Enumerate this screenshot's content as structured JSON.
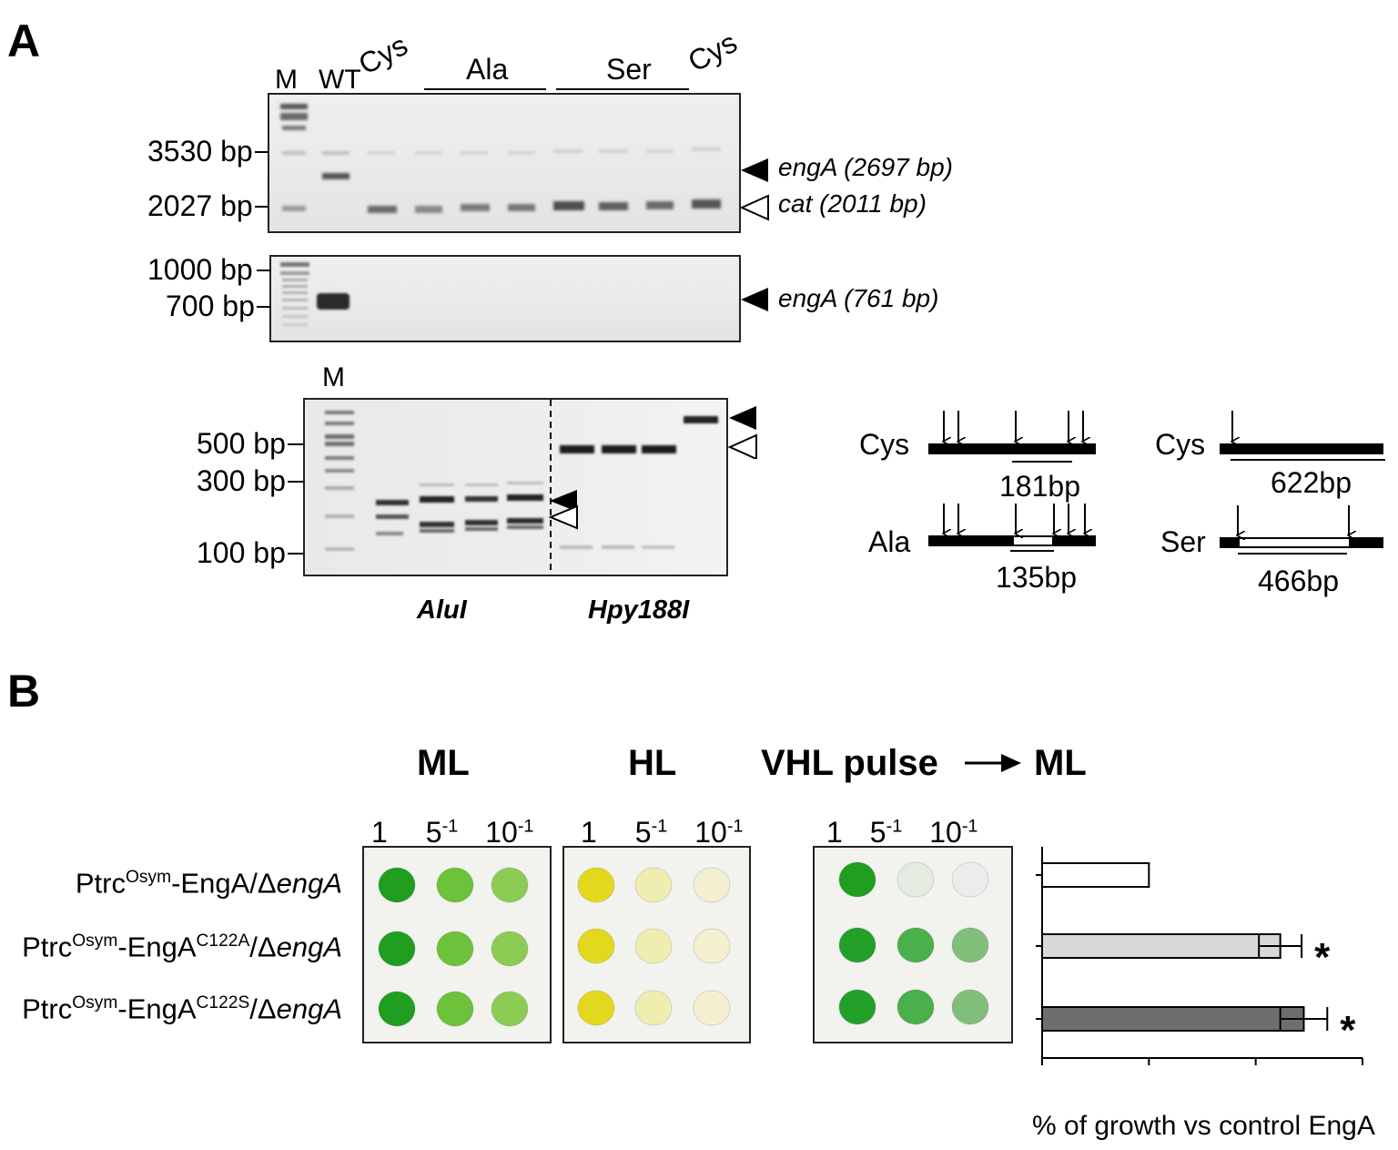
{
  "panel_a": {
    "letter": "A",
    "gel1": {
      "lanes": {
        "m": "M",
        "wt": "WT",
        "cys1": "Cys",
        "ala": "Ala",
        "ser": "Ser",
        "cys2": "Cys"
      },
      "markers": [
        "3530 bp",
        "2027 bp"
      ],
      "bands": {
        "enga_name": "engA",
        "enga_size": "(2697 bp)",
        "cat_name": "cat",
        "cat_size": "(2011 bp)"
      }
    },
    "gel2": {
      "markers": [
        "1000 bp",
        "700 bp"
      ],
      "band": {
        "name": "engA",
        "size": "(761 bp)"
      }
    },
    "gel3": {
      "m": "M",
      "markers": [
        "500 bp",
        "300 bp",
        "100 bp"
      ],
      "enzymes": [
        "AluI",
        "Hpy188I"
      ]
    },
    "maps": {
      "cys_left": {
        "label": "Cys",
        "size": "181bp"
      },
      "ala_left": {
        "label": "Ala",
        "size": "135bp"
      },
      "cys_right": {
        "label": "Cys",
        "size": "622bp"
      },
      "ser_right": {
        "label": "Ser",
        "size": "466bp"
      }
    }
  },
  "panel_b": {
    "letter": "B",
    "conditions": {
      "ml": "ML",
      "hl": "HL",
      "vhl": "VHL pulse",
      "vhl_ml": "ML"
    },
    "dilutions": [
      "1",
      "5",
      "-1",
      "10",
      "-1"
    ],
    "strains": [
      {
        "prefix": "Ptrc",
        "sup1": "Osym",
        "mid": "-EngA",
        "sup2": "",
        "slash": "/Δ",
        "gene": "engA"
      },
      {
        "prefix": "Ptrc",
        "sup1": "Osym",
        "mid": "-EngA",
        "sup2": "C122A",
        "slash": "/Δ",
        "gene": "engA"
      },
      {
        "prefix": "Ptrc",
        "sup1": "Osym",
        "mid": "-EngA",
        "sup2": "C122S",
        "slash": "/Δ",
        "gene": "engA"
      }
    ],
    "spot_colors": {
      "ml": [
        "#1f9e1f",
        "#6cc23a",
        "#8ccc55"
      ],
      "hl": [
        "#e3d81e",
        "#f0edb0",
        "#f2f0cf"
      ],
      "vhl_row1": [
        "#1f9e1f",
        "#e6ebe1",
        "#ececec"
      ],
      "vhl_rows23": [
        "#22a02a",
        "#49b04a",
        "#7fbf7a"
      ]
    }
  },
  "chart_data": {
    "type": "bar",
    "orientation": "horizontal",
    "categories": [
      "PtrcOsym-EngA/ΔengA",
      "PtrcOsym-EngAC122A/ΔengA",
      "PtrcOsym-EngAC122S/ΔengA"
    ],
    "values": [
      100,
      223,
      245
    ],
    "errors": [
      0,
      20,
      22
    ],
    "bar_colors": [
      "#ffffff",
      "#d8d8d8",
      "#6e6e6e"
    ],
    "significance": [
      "",
      "*",
      "*"
    ],
    "xlabel": "% of growth vs control EngA",
    "xlim": [
      0,
      300
    ],
    "xticks": [
      "0",
      "100",
      "200",
      "300"
    ]
  }
}
